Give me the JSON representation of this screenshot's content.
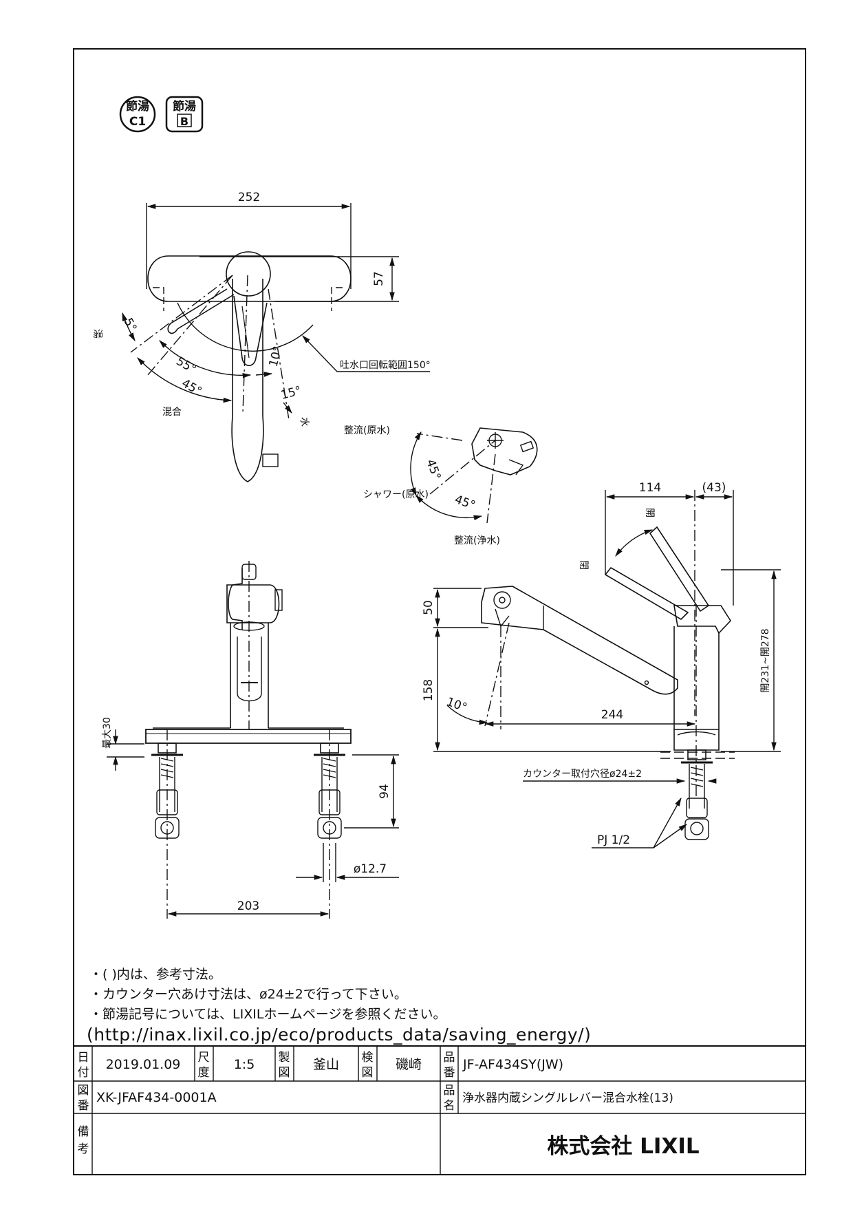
{
  "badges": {
    "badge1_top": "節湯",
    "badge1_bottom": "C1",
    "badge2_top": "節湯",
    "badge2_bottom": "B"
  },
  "top_view": {
    "width_dim": "252",
    "height_dim": "57",
    "hot_label": "湯",
    "mix_label": "混合",
    "cold_label": "水",
    "angle_5": "5°",
    "angle_55": "55°",
    "angle_45": "45°",
    "angle_10": "10°",
    "angle_15": "15°",
    "rotation_note": "吐水口回転範囲150°"
  },
  "spray_detail": {
    "label_raw_flow": "整流(原水)",
    "label_shower": "シャワー(原水)",
    "label_purified": "整流(浄水)",
    "angle_a": "45°",
    "angle_b": "45°"
  },
  "front_view": {
    "max30": "最大30",
    "dim_94": "94",
    "dim_pipe": "ø12.7",
    "dim_203": "203"
  },
  "side_view": {
    "dim_114": "114",
    "dim_43": "(43)",
    "open_top": "開",
    "open_left": "閉",
    "dim_50": "50",
    "dim_158": "158",
    "angle_10": "10°",
    "dim_244": "244",
    "dim_height": "開231~開278",
    "counter_hole": "カウンター取付穴径ø24±2",
    "pj": "PJ 1/2"
  },
  "notes": [
    "・(  )内は、参考寸法。",
    "・カウンター穴あけ寸法は、ø24±2で行って下さい。",
    "・節湯記号については、LIXILホームページを参照ください。"
  ],
  "url": "(http://inax.lixil.co.jp/eco/products_data/saving_energy/)",
  "title_block": {
    "date_label_1": "日",
    "date_label_2": "付",
    "date": "2019.01.09",
    "scale_label_1": "尺",
    "scale_label_2": "度",
    "scale": "1:5",
    "drawn_label_1": "製",
    "drawn_label_2": "図",
    "drawn_by": "釜山",
    "checked_label_1": "検",
    "checked_label_2": "図",
    "checked_by": "磯崎",
    "part_no_label_1": "品",
    "part_no_label_2": "番",
    "part_no": "JF-AF434SY(JW)",
    "drawing_no_label_1": "図",
    "drawing_no_label_2": "番",
    "drawing_no": "XK-JFAF434-0001A",
    "name_label_1": "品",
    "name_label_2": "名",
    "product_name": "浄水器内蔵シングルレバー混合水栓(13)",
    "remarks_label_1": "備",
    "remarks_label_2": "考",
    "company": "株式会社 LIXIL"
  }
}
